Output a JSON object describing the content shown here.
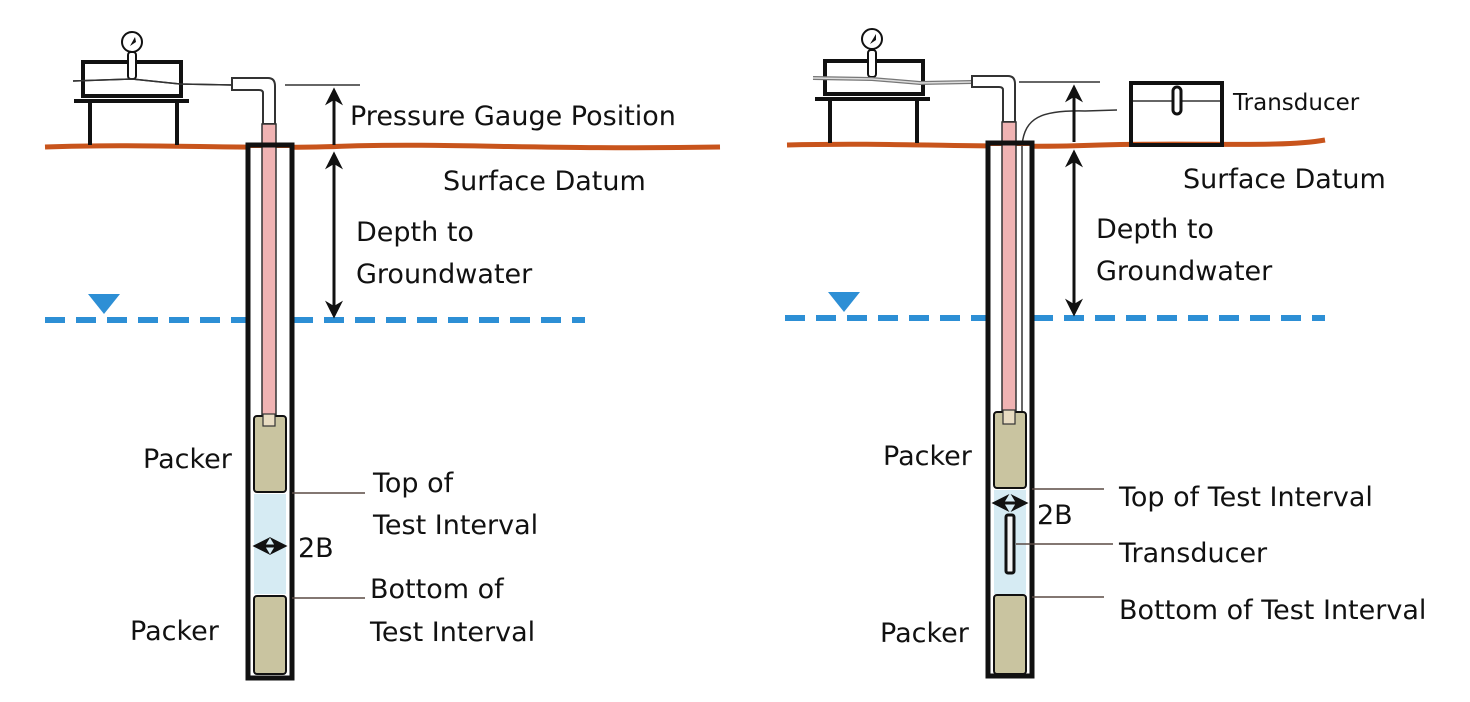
{
  "colors": {
    "ground": "#c8541c",
    "water_table": "#2d8fd5",
    "tubing": "#f0b3b3",
    "packer": "#c9c4a0",
    "test_interval": "#d6ebf3",
    "line": "#111111"
  },
  "left_panel": {
    "title": "Pressure gauge setup",
    "labels": {
      "pressure_gauge_position": "Pressure Gauge Position",
      "surface_datum": "Surface Datum",
      "depth_to_groundwater_1": "Depth to",
      "depth_to_groundwater_2": "Groundwater",
      "packer_top": "Packer",
      "packer_bottom": "Packer",
      "top_of_interval_1": "Top of",
      "top_of_interval_2": "Test Interval",
      "bottom_of_interval_1": "Bottom of",
      "bottom_of_interval_2": "Test Interval",
      "two_b": "2B"
    }
  },
  "right_panel": {
    "title": "Transducer setup",
    "labels": {
      "transducer_surface": "Transducer",
      "surface_datum": "Surface Datum",
      "depth_to_groundwater_1": "Depth to",
      "depth_to_groundwater_2": "Groundwater",
      "packer_top": "Packer",
      "packer_bottom": "Packer",
      "top_of_interval": "Top of Test Interval",
      "transducer_downhole": "Transducer",
      "bottom_of_interval": "Bottom of Test Interval",
      "two_b": "2B"
    }
  }
}
